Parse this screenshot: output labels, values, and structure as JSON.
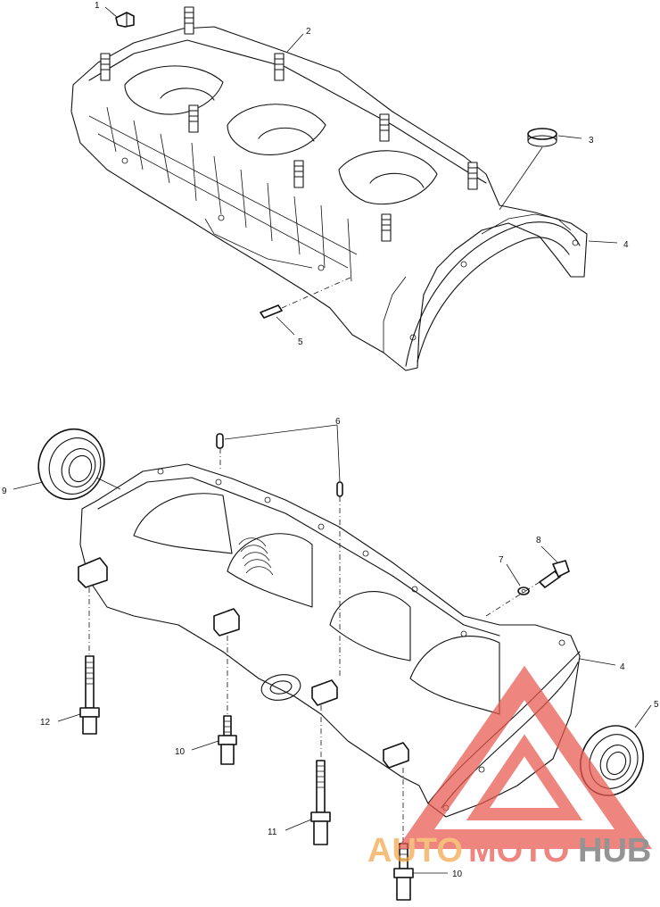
{
  "callouts": {
    "c1": "1",
    "c2": "2",
    "c3": "3",
    "c4_upper": "4",
    "c5_upper": "5",
    "c6": "6",
    "c7": "7",
    "c8": "8",
    "c9": "9",
    "c4_lower": "4",
    "c5_lower": "5",
    "c10_a": "10",
    "c10_b": "10",
    "c11": "11",
    "c12": "12"
  },
  "watermark": {
    "part1": "AUTO",
    "part2": "MOTO",
    "part3": "HUB",
    "colors": {
      "auto": "#f2a64a",
      "moto": "#e8584f",
      "hub": "#6b6b6b",
      "triangle": "#e8584f"
    }
  }
}
